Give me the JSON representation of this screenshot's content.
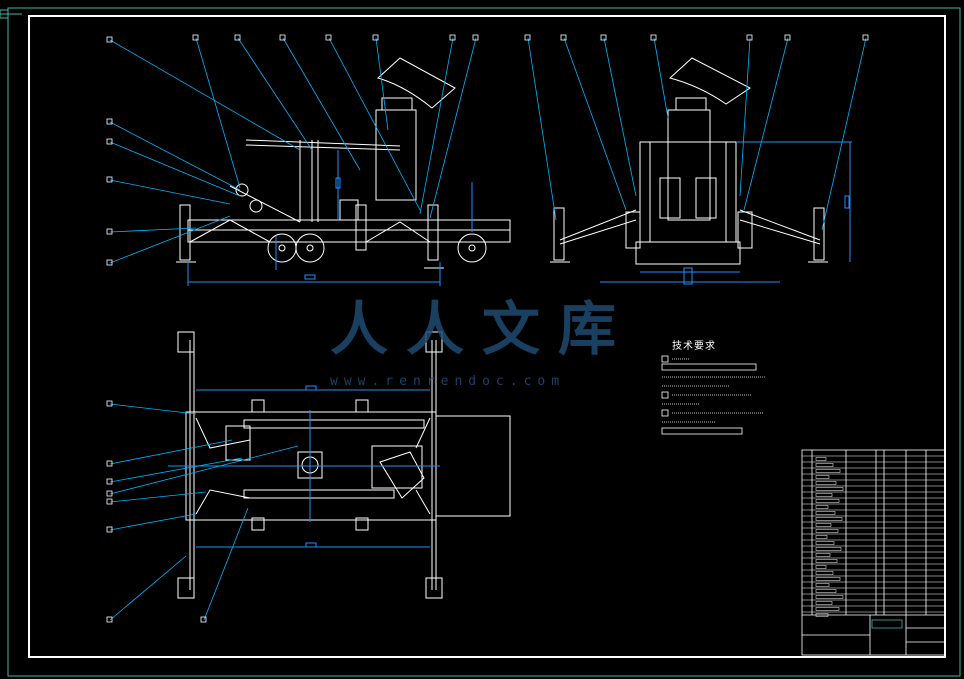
{
  "drawing": {
    "technical_requirements_title": "技术要求"
  },
  "watermark": {
    "name": "人人文库",
    "url": "www.renrendoc.com"
  },
  "colors": {
    "background": "#000000",
    "outline": "#ffffff",
    "leader_lines": "#00b4ff",
    "dimension_lines": "#1e90ff",
    "watermark": "#1e4a73"
  }
}
